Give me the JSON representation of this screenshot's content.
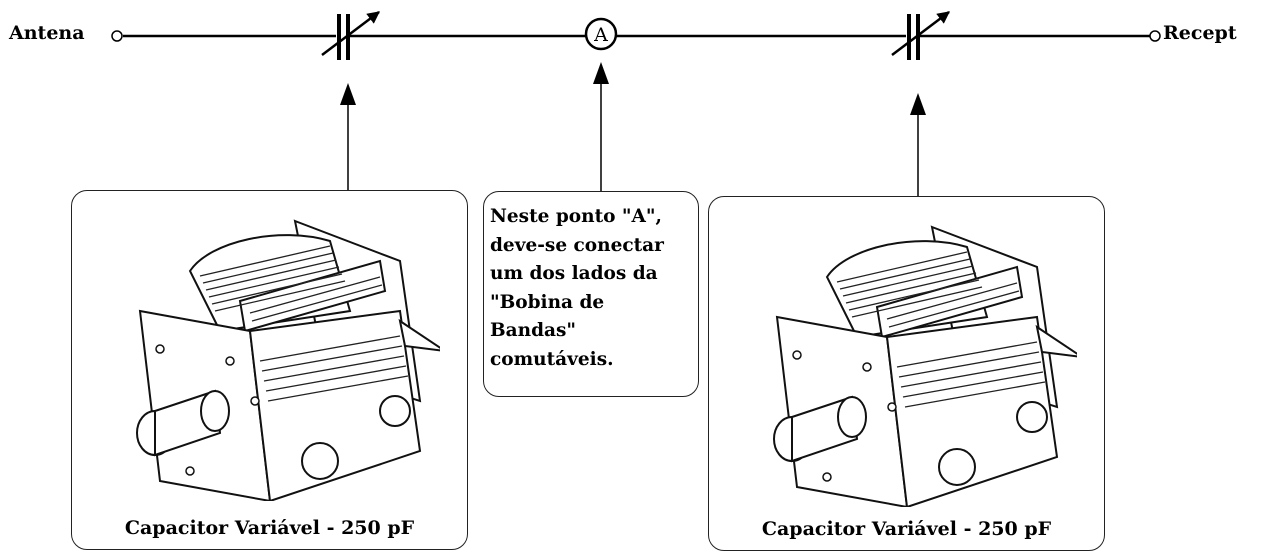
{
  "circuit": {
    "input_label": "Antena",
    "output_label": "Recept",
    "node_label": "A"
  },
  "capacitors": [
    {
      "caption": "Capacitor Variável - 250 pF"
    },
    {
      "caption": "Capacitor Variável - 250 pF"
    }
  ],
  "note": {
    "text": "Neste ponto \"A\",\ndeve-se conectar\num dos lados da\n\"Bobina de\nBandas\"\ncomutáveis."
  },
  "colors": {
    "line": "#000000",
    "box_border": "#222222",
    "background": "#ffffff"
  }
}
